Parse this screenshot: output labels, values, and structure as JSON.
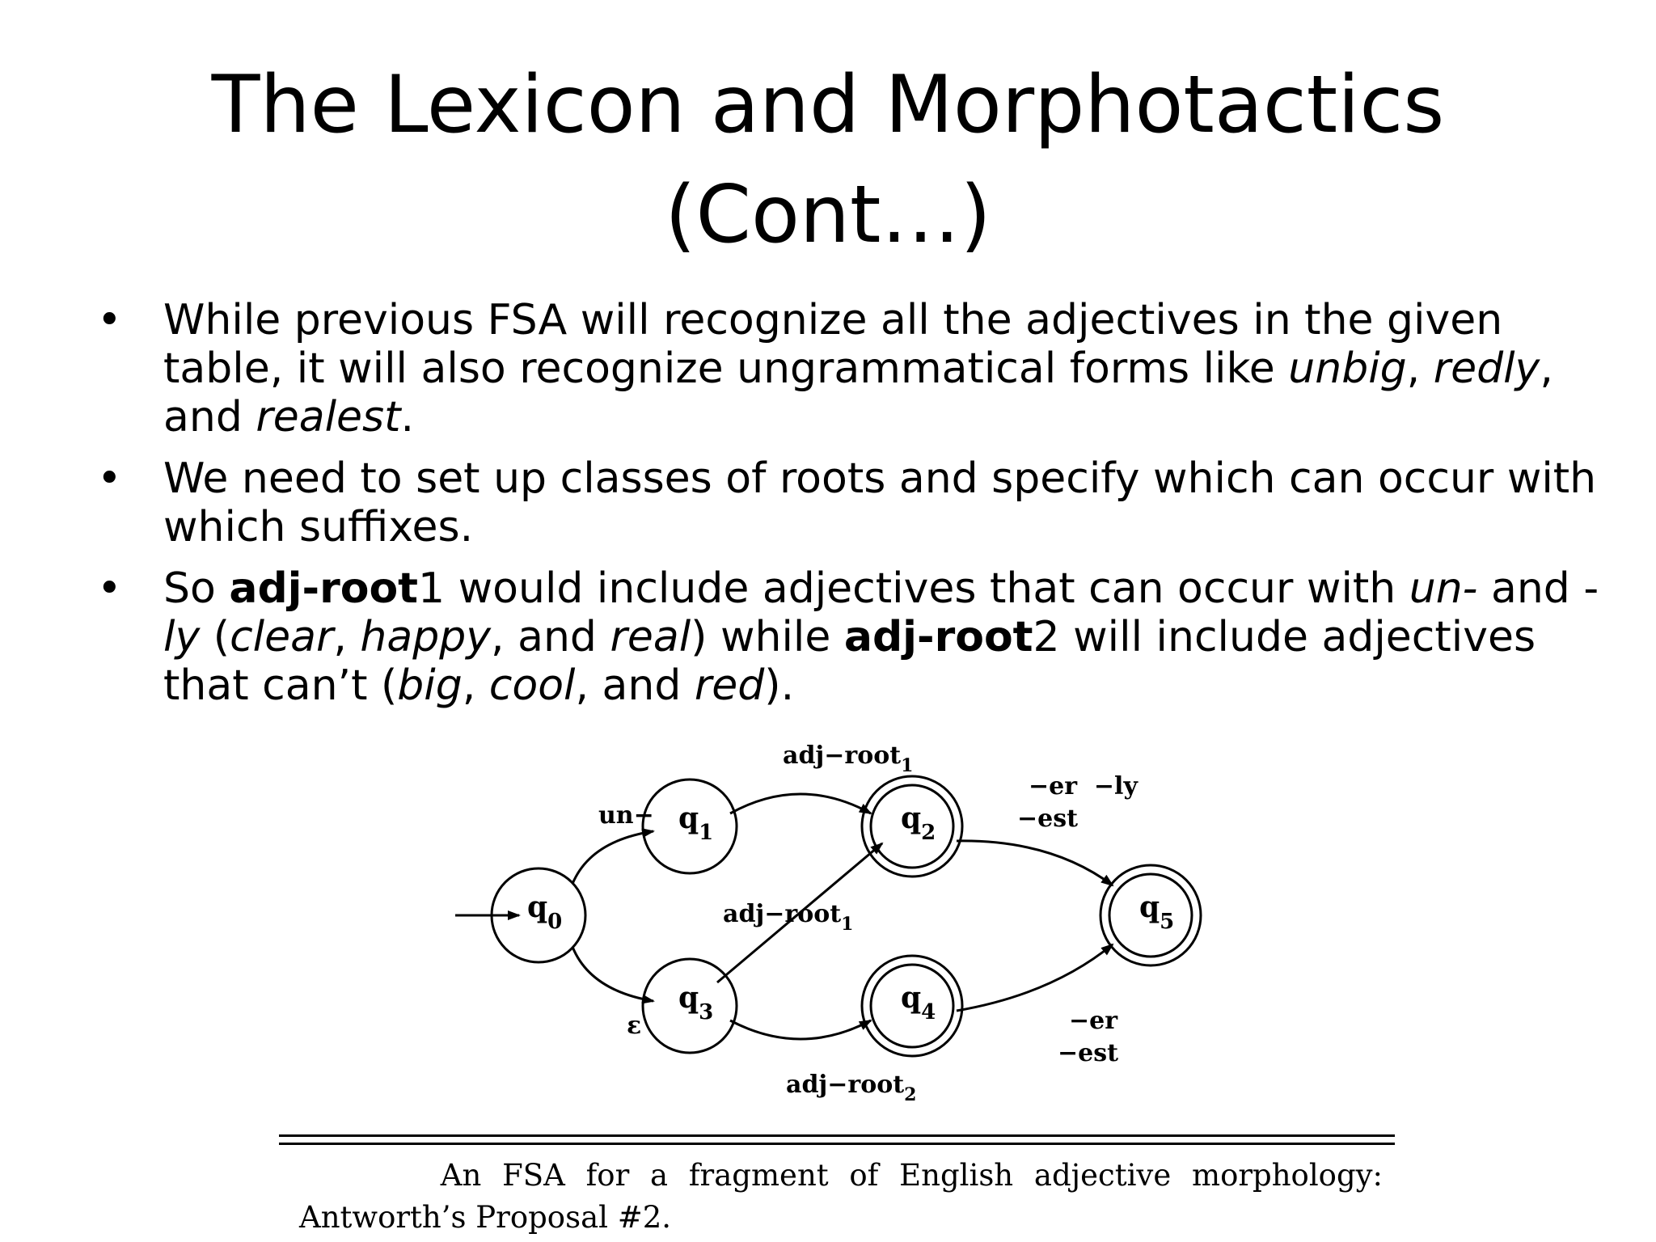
{
  "title": {
    "line1": "The Lexicon and Morphotactics",
    "line2": "(Cont…)"
  },
  "bullets": [
    {
      "marker": "•",
      "parts": [
        {
          "text": "While previous FSA will recognize all the adjectives in the given table, it will also recognize ungrammatical forms like ",
          "style": "normal"
        },
        {
          "text": "unbig",
          "style": "italic"
        },
        {
          "text": ", ",
          "style": "normal"
        },
        {
          "text": "redly",
          "style": "italic"
        },
        {
          "text": ", and ",
          "style": "normal"
        },
        {
          "text": "realest",
          "style": "italic"
        },
        {
          "text": ".",
          "style": "normal"
        }
      ]
    },
    {
      "marker": "•",
      "parts": [
        {
          "text": "We need to set up classes of roots and specify which can occur with which suffixes.",
          "style": "normal"
        }
      ]
    },
    {
      "marker": "•",
      "parts": [
        {
          "text": "So ",
          "style": "normal"
        },
        {
          "text": "adj-root",
          "style": "bold"
        },
        {
          "text": "1 would include adjectives that can occur with ",
          "style": "normal"
        },
        {
          "text": "un-",
          "style": "italic"
        },
        {
          "text": " and -",
          "style": "normal"
        },
        {
          "text": "ly",
          "style": "italic"
        },
        {
          "text": " (",
          "style": "normal"
        },
        {
          "text": "clear",
          "style": "italic"
        },
        {
          "text": ", ",
          "style": "normal"
        },
        {
          "text": "happy",
          "style": "italic"
        },
        {
          "text": ", and ",
          "style": "normal"
        },
        {
          "text": "real",
          "style": "italic"
        },
        {
          "text": ") while ",
          "style": "normal"
        },
        {
          "text": "adj-root",
          "style": "bold"
        },
        {
          "text": "2 will include adjectives that can’t (",
          "style": "normal"
        },
        {
          "text": "big",
          "style": "italic"
        },
        {
          "text": ", ",
          "style": "normal"
        },
        {
          "text": "cool",
          "style": "italic"
        },
        {
          "text": ", and ",
          "style": "normal"
        },
        {
          "text": "red",
          "style": "italic"
        },
        {
          "text": ").",
          "style": "normal"
        }
      ]
    }
  ],
  "diagram": {
    "states": {
      "q0": {
        "main": "q",
        "sub": "0",
        "accepting": false,
        "start": true
      },
      "q1": {
        "main": "q",
        "sub": "1",
        "accepting": false
      },
      "q2": {
        "main": "q",
        "sub": "2",
        "accepting": true
      },
      "q3": {
        "main": "q",
        "sub": "3",
        "accepting": false
      },
      "q4": {
        "main": "q",
        "sub": "4",
        "accepting": true
      },
      "q5": {
        "main": "q",
        "sub": "5",
        "accepting": true
      }
    },
    "labels": {
      "un": "un−",
      "epsilon": "ε",
      "q1q2_main": "adj−root",
      "q1q2_sub": "1",
      "q3q2_main": "adj−root",
      "q3q2_sub": "1",
      "q3q4_main": "adj−root",
      "q3q4_sub": "2",
      "q2q5_a": "−er  −ly",
      "q2q5_b": "−est",
      "q4q5_a": "−er",
      "q4q5_b": "−est"
    }
  },
  "caption": {
    "line1": "An FSA for a fragment of English adjective morphology:",
    "line2": "Antworth’s Proposal #2."
  }
}
